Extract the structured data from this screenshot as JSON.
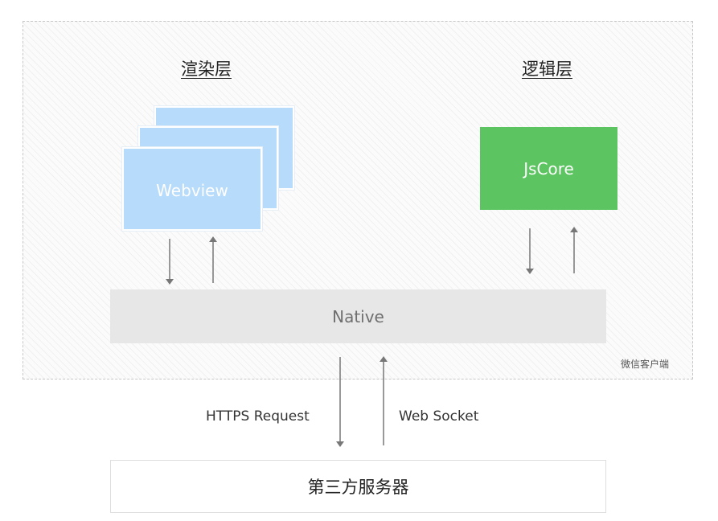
{
  "client": {
    "label": "微信客户端"
  },
  "render_layer": {
    "title": "渲染层",
    "webview_label": "Webview"
  },
  "logic_layer": {
    "title": "逻辑层",
    "jscore_label": "JsCore"
  },
  "native": {
    "label": "Native"
  },
  "network": {
    "https_label": "HTTPS Request",
    "websocket_label": "Web Socket"
  },
  "server": {
    "label": "第三方服务器"
  },
  "colors": {
    "webview": "#b7dbfa",
    "jscore": "#5cc460",
    "native": "#e7e7e7",
    "arrow": "#777777"
  }
}
